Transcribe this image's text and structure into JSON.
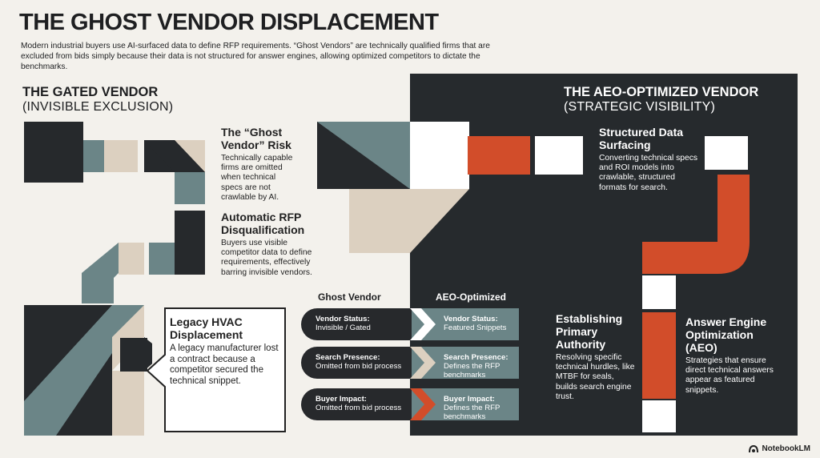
{
  "header": {
    "title": "THE GHOST VENDOR DISPLACEMENT",
    "subtitle": "Modern industrial buyers use AI-surfaced data to define RFP requirements. “Ghost Vendors” are technically qualified firms that are excluded from bids simply because their data is not structured for answer engines, allowing optimized competitors to dictate the benchmarks."
  },
  "left": {
    "heading": "THE GATED VENDOR",
    "subheading": "(INVISIBLE EXCLUSION)",
    "items": [
      {
        "title": "The “Ghost Vendor” Risk",
        "body": "Technically capable firms are omitted when technical specs are not crawlable by AI."
      },
      {
        "title": "Automatic RFP Disqualification",
        "body": "Buyers use visible competitor data to define requirements, effectively barring invisible vendors."
      },
      {
        "title": "Legacy HVAC Displacement",
        "body": "A legacy manufacturer lost a contract because a competitor secured the technical snippet."
      }
    ]
  },
  "right": {
    "heading": "THE AEO-OPTIMIZED VENDOR",
    "subheading": "(STRATEGIC VISIBILITY)",
    "items": [
      {
        "title": "Structured Data Surfacing",
        "body": "Converting technical specs and ROI models into crawlable, structured formats for search."
      },
      {
        "title": "Establishing Primary Authority",
        "body": "Resolving specific technical hurdles, like MTBF for seals, builds search engine trust."
      },
      {
        "title": "Answer Engine Optimization (AEO)",
        "body": "Strategies that ensure direct technical answers appear as featured snippets."
      }
    ]
  },
  "comparison": {
    "left_header": "Ghost Vendor",
    "right_header": "AEO-Optimized",
    "rows": [
      {
        "label": "Vendor Status:",
        "ghost": "Invisible / Gated",
        "aeo": "Featured Snippets"
      },
      {
        "label": "Search Presence:",
        "ghost": "Omitted from bid process",
        "aeo": "Defines the RFP benchmarks"
      },
      {
        "label": "Buyer Impact:",
        "ghost": "Omitted from bid process",
        "aeo": "Defines the RFP benchmarks"
      }
    ]
  },
  "watermark": "NotebookLM",
  "colors": {
    "dark": "#26292c",
    "teal": "#6b8587",
    "tan": "#dcd0c0",
    "orange": "#d24d2a",
    "background": "#f3f1ec"
  }
}
